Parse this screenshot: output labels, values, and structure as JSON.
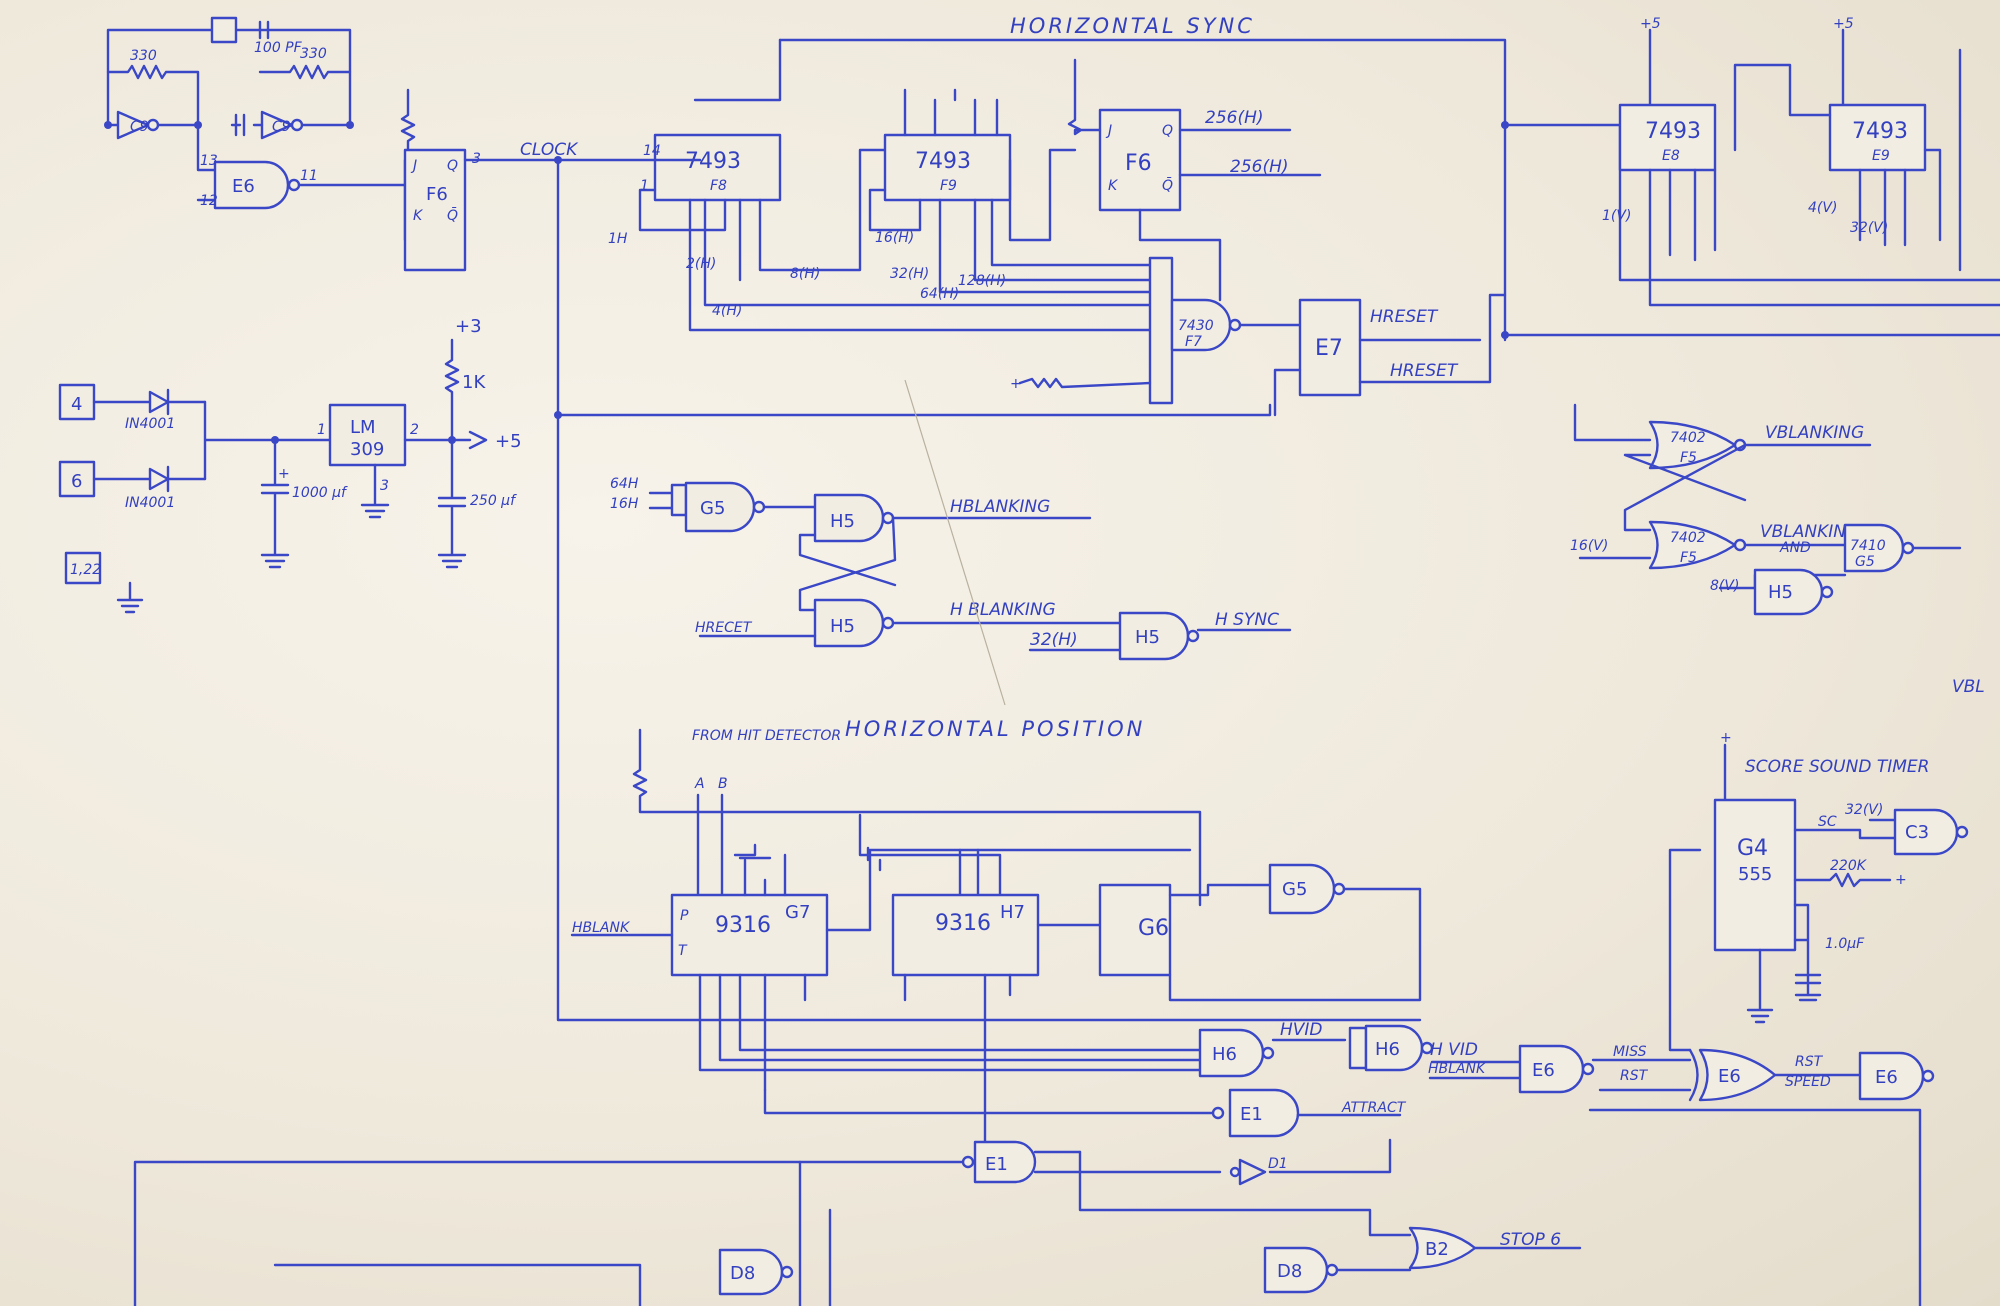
{
  "titles": {
    "horizontal_sync": "HORIZONTAL SYNC",
    "horizontal_position": "HORIZONTAL POSITION",
    "score_sound_timer": "SCORE SOUND TIMER",
    "from_hit_detector": "FROM HIT DETECTOR"
  },
  "power": {
    "terminal_4": "4",
    "terminal_6": "6",
    "terminal_ground": "1,22",
    "diode_label": "IN4001",
    "regulator_line1": "LM",
    "regulator_line2": "309",
    "cap_1000": "1000 μf",
    "cap_250": "250 μf",
    "plus3": "+3",
    "r1k": "1K",
    "plus5": "+5",
    "pin_in": "1",
    "pin_out": "2",
    "pin_gnd": "3"
  },
  "clock": {
    "r330": "330",
    "c100pf": "100 PF",
    "c9": "C9",
    "clock_label": "CLOCK",
    "e6": "E6",
    "f6": "F6"
  },
  "ics": {
    "f8": {
      "type": "7493",
      "ref": "F8"
    },
    "f9": {
      "type": "7493",
      "ref": "F9"
    },
    "f6b": {
      "type": "F6"
    },
    "f7": {
      "type": "7430",
      "ref": "F7"
    },
    "e7": {
      "ref": "E7"
    },
    "e8": {
      "type": "7493",
      "ref": "E8"
    },
    "e9": {
      "type": "7493",
      "ref": "E9"
    },
    "g7": {
      "type": "9316",
      "ref": "G7"
    },
    "h7": {
      "type": "9316",
      "ref": "H7"
    },
    "g6": {
      "ref": "G6"
    },
    "g4": {
      "ref": "G4",
      "type": "555"
    }
  },
  "gates": {
    "g5": "G5",
    "h5": "H5",
    "h6": "H6",
    "e6": "E6",
    "e1": "E1",
    "d1": "D1",
    "d8": "D8",
    "b2": "B2",
    "c3": "C3",
    "f5_type": "7402",
    "f5": "F5",
    "g5_type": "7410"
  },
  "signals": {
    "h256": "256(H)",
    "h256n": "256(H)",
    "hreset": "HRESET",
    "hreset_n": "HRESET",
    "hblanking": "HBLANKING",
    "hblanking_n": "H BLANKING",
    "hsync": "H SYNC",
    "h32": "32(H)",
    "h64": "64H",
    "h16": "16H",
    "hrecet": "HRECET",
    "h1": "1H",
    "h2": "2(H)",
    "h4": "4(H)",
    "h8": "8(H)",
    "h16b": "16(H)",
    "h32b": "32(H)",
    "h64b": "64(H)",
    "h128": "128(H)",
    "vblanking": "VBLANKING",
    "vblanking_n": "VBLANKING",
    "and": "AND",
    "v16": "16(V)",
    "v8": "8(V)",
    "v1": "1(V)",
    "v32": "32(V)",
    "v4": "4(V)",
    "vb": "VBL",
    "hblank_in": "HBLANK",
    "hvid": "HVID",
    "hvid2": "H VID",
    "hblank2": "HBLANK",
    "miss": "MISS",
    "rst": "RST",
    "attract": "ATTRACT",
    "rst_speed_1": "RST",
    "rst_speed_2": "SPEED",
    "stop6": "STOP 6",
    "sc": "SC",
    "r220k": "220K",
    "c1uf": "1.0μF",
    "hit_a": "A",
    "hit_b": "B"
  }
}
